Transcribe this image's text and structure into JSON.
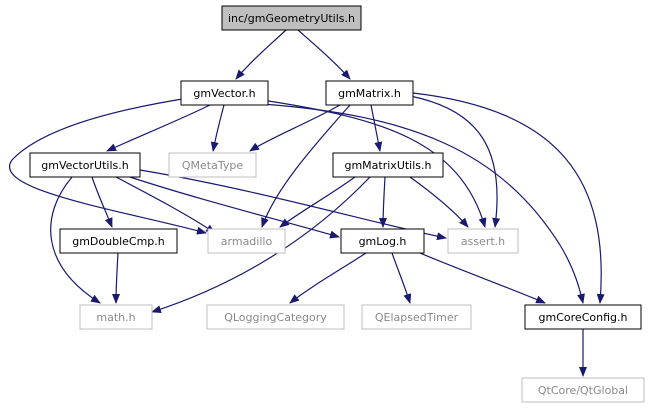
{
  "diagram": {
    "title_node": "inc/gmGeometryUtils.h",
    "colors": {
      "edge": "#191970",
      "root_fill": "#bfbfbf",
      "node_border": "#000000",
      "external_border": "#bfbfbf",
      "external_text": "#8a8a8a"
    },
    "nodes": [
      {
        "id": "root",
        "label": "inc/gmGeometryUtils.h",
        "kind": "root"
      },
      {
        "id": "vec",
        "label": "gmVector.h",
        "kind": "internal"
      },
      {
        "id": "mat",
        "label": "gmMatrix.h",
        "kind": "internal"
      },
      {
        "id": "vecutils",
        "label": "gmVectorUtils.h",
        "kind": "internal"
      },
      {
        "id": "qmeta",
        "label": "QMetaType",
        "kind": "external"
      },
      {
        "id": "matutils",
        "label": "gmMatrixUtils.h",
        "kind": "internal"
      },
      {
        "id": "dbl",
        "label": "gmDoubleCmp.h",
        "kind": "internal"
      },
      {
        "id": "arma",
        "label": "armadillo",
        "kind": "external"
      },
      {
        "id": "log",
        "label": "gmLog.h",
        "kind": "internal"
      },
      {
        "id": "assert",
        "label": "assert.h",
        "kind": "external"
      },
      {
        "id": "math",
        "label": "math.h",
        "kind": "external"
      },
      {
        "id": "qlogcat",
        "label": "QLoggingCategory",
        "kind": "external"
      },
      {
        "id": "qelapsed",
        "label": "QElapsedTimer",
        "kind": "external"
      },
      {
        "id": "coreconfig",
        "label": "gmCoreConfig.h",
        "kind": "internal"
      },
      {
        "id": "qtglobal",
        "label": "QtCore/QtGlobal",
        "kind": "external"
      }
    ],
    "edges": [
      [
        "root",
        "vec"
      ],
      [
        "root",
        "mat"
      ],
      [
        "vec",
        "vecutils"
      ],
      [
        "vec",
        "qmeta"
      ],
      [
        "vec",
        "arma"
      ],
      [
        "vec",
        "assert"
      ],
      [
        "vec",
        "coreconfig"
      ],
      [
        "mat",
        "qmeta"
      ],
      [
        "mat",
        "matutils"
      ],
      [
        "mat",
        "arma"
      ],
      [
        "mat",
        "assert"
      ],
      [
        "mat",
        "coreconfig"
      ],
      [
        "vecutils",
        "dbl"
      ],
      [
        "vecutils",
        "arma"
      ],
      [
        "vecutils",
        "log"
      ],
      [
        "vecutils",
        "assert"
      ],
      [
        "vecutils",
        "math"
      ],
      [
        "matutils",
        "arma"
      ],
      [
        "matutils",
        "log"
      ],
      [
        "matutils",
        "assert"
      ],
      [
        "matutils",
        "math"
      ],
      [
        "dbl",
        "math"
      ],
      [
        "log",
        "qlogcat"
      ],
      [
        "log",
        "qelapsed"
      ],
      [
        "log",
        "coreconfig"
      ],
      [
        "coreconfig",
        "qtglobal"
      ]
    ]
  }
}
